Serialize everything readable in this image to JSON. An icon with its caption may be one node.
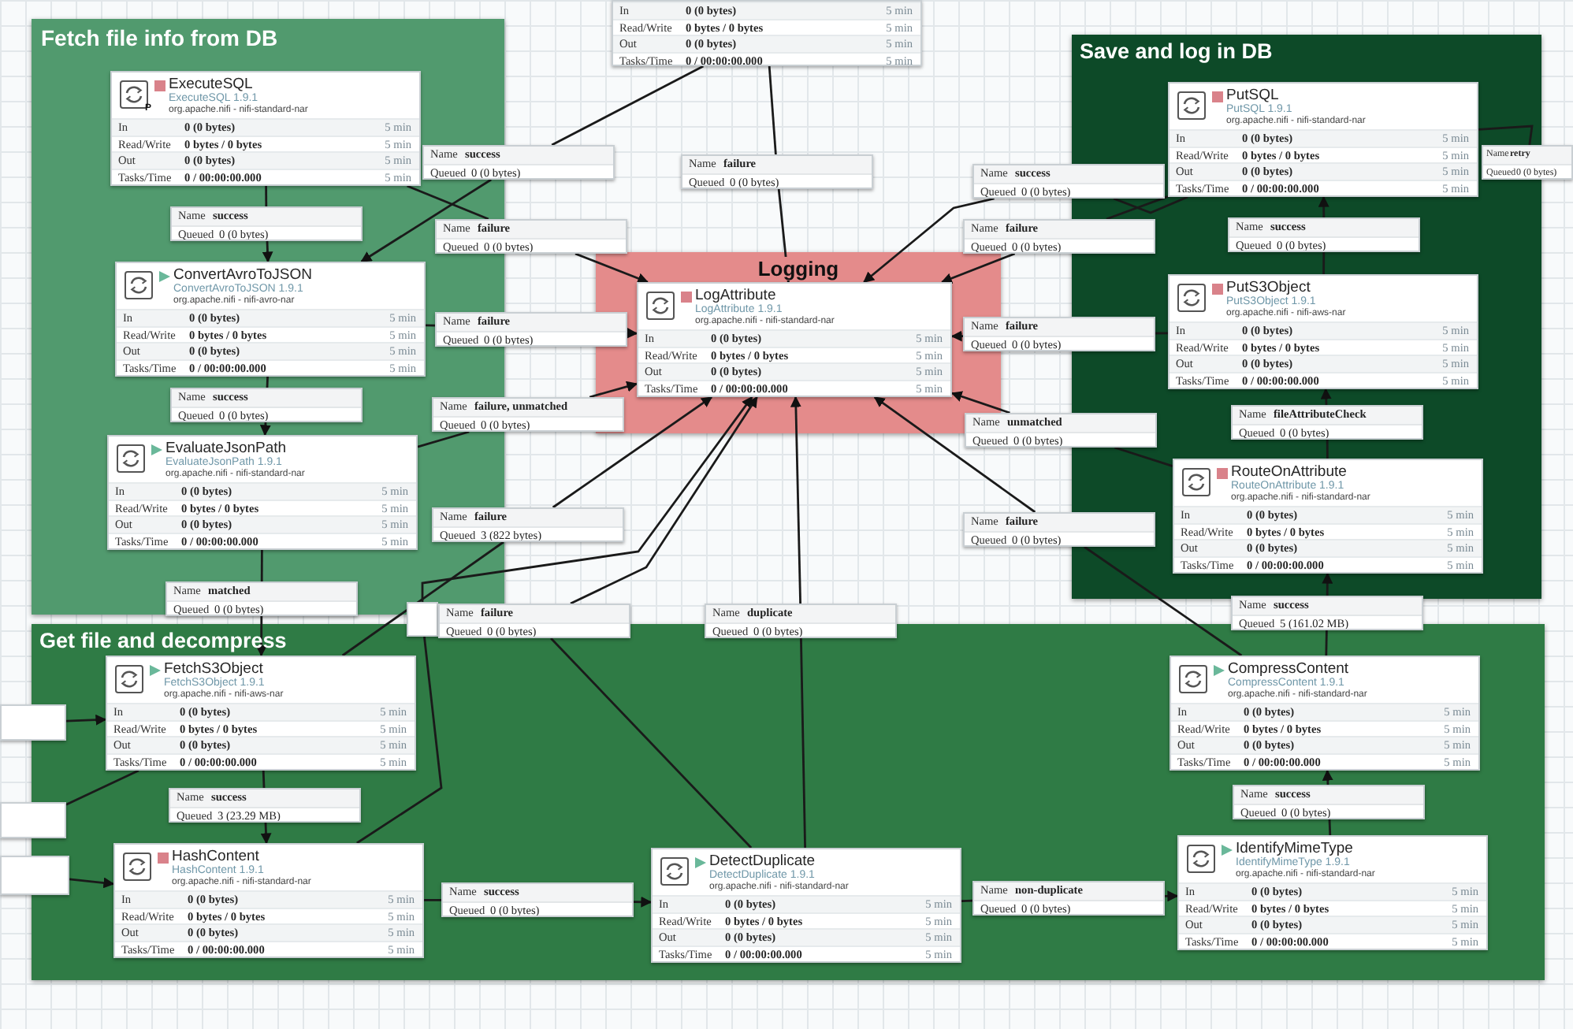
{
  "diagram": {
    "nodes": [
      {
        "text": [
          "Fetch file info from DB"
        ]
      },
      {
        "in": 0,
        "text": [
          "P",
          "ExecuteSQL",
          "ExecuteSQL 1.9.1",
          "org.apache.nifi - nifi-standard-nar",
          "In",
          "0 (0 bytes)",
          "5 min",
          "Read/Write",
          "0 bytes / 0 bytes",
          "5 min",
          "Out",
          "0 (0 bytes)",
          "5 min",
          "Tasks/Time",
          "0 / 00:00:00.000",
          "5 min"
        ]
      },
      {
        "in": 0,
        "text": [
          "Name",
          "success",
          "Queued",
          "0 (0 bytes)"
        ]
      },
      {
        "in": 0,
        "text": [
          "ConvertAvroToJSON",
          "ConvertAvroToJSON 1.9.1",
          "org.apache.nifi - nifi-avro-nar",
          "In",
          "0 (0 bytes)",
          "5 min",
          "Read/Write",
          "0 bytes / 0 bytes",
          "5 min",
          "Out",
          "0 (0 bytes)",
          "5 min",
          "Tasks/Time",
          "0 / 00:00:00.000",
          "5 min"
        ]
      },
      {
        "in": 0,
        "text": [
          "Name",
          "success",
          "Queued",
          "0 (0 bytes)"
        ]
      },
      {
        "in": 0,
        "text": [
          "EvaluateJsonPath",
          "EvaluateJsonPath 1.9.1",
          "org.apache.nifi - nifi-standard-nar",
          "In",
          "0 (0 bytes)",
          "5 min",
          "Read/Write",
          "0 bytes / 0 bytes",
          "5 min",
          "Out",
          "0 (0 bytes)",
          "5 min",
          "Tasks/Time",
          "0 / 00:00:00.000",
          "5 min"
        ]
      },
      {
        "text": [
          "In",
          "0 (0 bytes)",
          "5 min",
          "Read/Write",
          "0 bytes / 0 bytes",
          "5 min",
          "Out",
          "0 (0 bytes)",
          "5 min",
          "Tasks/Time",
          "0 / 00:00:00.000",
          "5 min"
        ]
      },
      {
        "text": [
          "Name",
          "success",
          "Queued",
          "0 (0 bytes)"
        ]
      },
      {
        "text": [
          "Name",
          "failure",
          "Queued",
          "0 (0 bytes)"
        ]
      },
      {
        "text": [
          "Name",
          "failure",
          "Queued",
          "0 (0 bytes)"
        ]
      },
      {
        "text": [
          "Name",
          "failure",
          "Queued",
          "0 (0 bytes)"
        ]
      },
      {
        "text": [
          "Name",
          "failure, unmatched",
          "Queued",
          "0 (0 bytes)"
        ]
      },
      {
        "text": [
          "Name",
          "failure",
          "Queued",
          "3 (822 bytes)"
        ]
      },
      {
        "in": 0,
        "text": [
          "Name",
          "matched",
          "Queued",
          "0 (0 bytes)"
        ]
      },
      {
        "text": [
          "Logging"
        ]
      },
      {
        "in": 14,
        "text": [
          "LogAttribute",
          "LogAttribute 1.9.1",
          "org.apache.nifi - nifi-standard-nar",
          "In",
          "0 (0 bytes)",
          "5 min",
          "Read/Write",
          "0 bytes / 0 bytes",
          "5 min",
          "Out",
          "0 (0 bytes)",
          "5 min",
          "Tasks/Time",
          "0 / 00:00:00.000",
          "5 min"
        ]
      },
      {
        "text": [
          "Save and log in DB"
        ]
      },
      {
        "in": 16,
        "text": [
          "PutSQL",
          "PutSQL 1.9.1",
          "org.apache.nifi - nifi-standard-nar",
          "In",
          "0 (0 bytes)",
          "5 min",
          "Read/Write",
          "0 bytes / 0 bytes",
          "5 min",
          "Out",
          "0 (0 bytes)",
          "5 min",
          "Tasks/Time",
          "0 / 00:00:00.000",
          "5 min"
        ]
      },
      {
        "text": [
          "Name",
          "retry",
          "Queued",
          "0 (0 bytes)"
        ]
      },
      {
        "text": [
          "Name",
          "success",
          "Queued",
          "0 (0 bytes)"
        ]
      },
      {
        "text": [
          "Name",
          "failure",
          "Queued",
          "0 (0 bytes)"
        ]
      },
      {
        "in": 16,
        "text": [
          "Name",
          "success",
          "Queued",
          "0 (0 bytes)"
        ]
      },
      {
        "in": 16,
        "text": [
          "PutS3Object",
          "PutS3Object 1.9.1",
          "org.apache.nifi - nifi-aws-nar",
          "In",
          "0 (0 bytes)",
          "5 min",
          "Read/Write",
          "0 bytes / 0 bytes",
          "5 min",
          "Out",
          "0 (0 bytes)",
          "5 min",
          "Tasks/Time",
          "0 / 00:00:00.000",
          "5 min"
        ]
      },
      {
        "text": [
          "Name",
          "failure",
          "Queued",
          "0 (0 bytes)"
        ]
      },
      {
        "in": 16,
        "text": [
          "Name",
          "fileAttributeCheck",
          "Queued",
          "0 (0 bytes)"
        ]
      },
      {
        "text": [
          "Name",
          "unmatched",
          "Queued",
          "0 (0 bytes)"
        ]
      },
      {
        "in": 16,
        "text": [
          "RouteOnAttribute",
          "RouteOnAttribute 1.9.1",
          "org.apache.nifi - nifi-standard-nar",
          "In",
          "0 (0 bytes)",
          "5 min",
          "Read/Write",
          "0 bytes / 0 bytes",
          "5 min",
          "Out",
          "0 (0 bytes)",
          "5 min",
          "Tasks/Time",
          "0 / 00:00:00.000",
          "5 min"
        ]
      },
      {
        "text": [
          "Name",
          "failure",
          "Queued",
          "0 (0 bytes)"
        ]
      },
      {
        "text": [
          "Name",
          "success",
          "Queued",
          "5 (161.02 MB)"
        ]
      },
      {
        "text": [],
        "shape": "box"
      },
      {
        "text": [
          "Name",
          "failure",
          "Queued",
          "0 (0 bytes)"
        ]
      },
      {
        "text": [
          "Name",
          "duplicate",
          "Queued",
          "0 (0 bytes)"
        ]
      },
      {
        "text": [
          "Get file and decompress"
        ]
      },
      {
        "text": [],
        "shape": "box"
      },
      {
        "in": 32,
        "text": [
          "FetchS3Object",
          "FetchS3Object 1.9.1",
          "org.apache.nifi - nifi-aws-nar",
          "In",
          "0 (0 bytes)",
          "5 min",
          "Read/Write",
          "0 bytes / 0 bytes",
          "5 min",
          "Out",
          "0 (0 bytes)",
          "5 min",
          "Tasks/Time",
          "0 / 00:00:00.000",
          "5 min"
        ]
      },
      {
        "in": 32,
        "text": [
          "CompressContent",
          "CompressContent 1.9.1",
          "org.apache.nifi - nifi-standard-nar",
          "In",
          "0 (0 bytes)",
          "5 min",
          "Read/Write",
          "0 bytes / 0 bytes",
          "5 min",
          "Out",
          "0 (0 bytes)",
          "5 min",
          "Tasks/Time",
          "0 / 00:00:00.000",
          "5 min"
        ]
      },
      {
        "in": 32,
        "text": [
          "Name",
          "success",
          "Queued",
          "3 (23.29 MB)"
        ]
      },
      {
        "text": [],
        "shape": "box"
      },
      {
        "in": 32,
        "text": [
          "Name",
          "success",
          "Queued",
          "0 (0 bytes)"
        ]
      },
      {
        "text": [],
        "shape": "box"
      },
      {
        "in": 32,
        "text": [
          "HashContent",
          "HashContent 1.9.1",
          "org.apache.nifi - nifi-standard-nar",
          "In",
          "0 (0 bytes)",
          "5 min",
          "Read/Write",
          "0 bytes / 0 bytes",
          "5 min",
          "Out",
          "0 (0 bytes)",
          "5 min",
          "Tasks/Time",
          "0 / 00:00:00.000",
          "5 min"
        ]
      },
      {
        "in": 32,
        "text": [
          "DetectDuplicate",
          "DetectDuplicate 1.9.1",
          "org.apache.nifi - nifi-standard-nar",
          "In",
          "0 (0 bytes)",
          "5 min",
          "Read/Write",
          "0 bytes / 0 bytes",
          "5 min",
          "Out",
          "0 (0 bytes)",
          "5 min",
          "Tasks/Time",
          "0 / 00:00:00.000",
          "5 min"
        ]
      },
      {
        "in": 32,
        "text": [
          "Name",
          "success",
          "Queued",
          "0 (0 bytes)"
        ]
      },
      {
        "in": 32,
        "text": [
          "Name",
          "non-duplicate",
          "Queued",
          "0 (0 bytes)"
        ]
      },
      {
        "in": 32,
        "text": [
          "IdentifyMimeType",
          "IdentifyMimeType 1.9.1",
          "org.apache.nifi - nifi-standard-nar",
          "In",
          "0 (0 bytes)",
          "5 min",
          "Read/Write",
          "0 bytes / 0 bytes",
          "5 min",
          "Out",
          "0 (0 bytes)",
          "5 min",
          "Tasks/Time",
          "0 / 00:00:00.000",
          "5 min"
        ]
      }
    ],
    "edges": [
      {
        "from": 1,
        "to": 2,
        "arrow": "none"
      },
      {
        "from": 2,
        "to": 3,
        "arrow": "to"
      },
      {
        "from": 3,
        "to": 4,
        "arrow": "none"
      },
      {
        "from": 4,
        "to": 5,
        "arrow": "to"
      },
      {
        "from": 6,
        "to": 7,
        "arrow": "none"
      },
      {
        "from": 7,
        "to": 3,
        "arrow": "to"
      },
      {
        "from": 6,
        "to": 8,
        "arrow": "none"
      },
      {
        "from": 8,
        "to": 15,
        "arrow": "to"
      },
      {
        "from": 1,
        "to": 9,
        "arrow": "none"
      },
      {
        "from": 9,
        "to": 15,
        "arrow": "to"
      },
      {
        "from": 3,
        "to": 10,
        "arrow": "none"
      },
      {
        "from": 10,
        "to": 15,
        "arrow": "to"
      },
      {
        "from": 5,
        "to": 11,
        "arrow": "none"
      },
      {
        "from": 11,
        "to": 15,
        "arrow": "to"
      },
      {
        "from": 34,
        "to": 12,
        "arrow": "none"
      },
      {
        "from": 12,
        "to": 15,
        "arrow": "to"
      },
      {
        "from": 5,
        "to": 13,
        "arrow": "none"
      },
      {
        "from": 13,
        "to": 34,
        "arrow": "to"
      },
      {
        "from": 17,
        "to": 18,
        "arrow": "none"
      },
      {
        "from": 17,
        "to": 19,
        "arrow": "none"
      },
      {
        "from": 19,
        "to": 15,
        "arrow": "to"
      },
      {
        "from": 17,
        "to": 20,
        "arrow": "none"
      },
      {
        "from": 20,
        "to": 15,
        "arrow": "to"
      },
      {
        "from": 22,
        "to": 21,
        "arrow": "none"
      },
      {
        "from": 21,
        "to": 17,
        "arrow": "to"
      },
      {
        "from": 22,
        "to": 23,
        "arrow": "none"
      },
      {
        "from": 23,
        "to": 15,
        "arrow": "to"
      },
      {
        "from": 26,
        "to": 24,
        "arrow": "none"
      },
      {
        "from": 24,
        "to": 22,
        "arrow": "to"
      },
      {
        "from": 26,
        "to": 25,
        "arrow": "none"
      },
      {
        "from": 25,
        "to": 15,
        "arrow": "to"
      },
      {
        "from": 35,
        "to": 27,
        "arrow": "none"
      },
      {
        "from": 27,
        "to": 15,
        "arrow": "to"
      },
      {
        "from": 35,
        "to": 28,
        "arrow": "none"
      },
      {
        "from": 28,
        "to": 26,
        "arrow": "to"
      },
      {
        "from": 40,
        "to": 29,
        "arrow": "none"
      },
      {
        "from": 29,
        "to": 15,
        "arrow": "to"
      },
      {
        "from": 41,
        "to": 30,
        "arrow": "none"
      },
      {
        "from": 30,
        "to": 15,
        "arrow": "to"
      },
      {
        "from": 41,
        "to": 31,
        "arrow": "none"
      },
      {
        "from": 31,
        "to": 15,
        "arrow": "to"
      },
      {
        "from": 33,
        "to": 34,
        "arrow": "to"
      },
      {
        "from": 34,
        "to": 37,
        "arrow": "none"
      },
      {
        "from": 39,
        "to": 40,
        "arrow": "to"
      },
      {
        "from": 34,
        "to": 36,
        "arrow": "none"
      },
      {
        "from": 36,
        "to": 40,
        "arrow": "to"
      },
      {
        "from": 44,
        "to": 38,
        "arrow": "none"
      },
      {
        "from": 38,
        "to": 35,
        "arrow": "to"
      },
      {
        "from": 40,
        "to": 42,
        "arrow": "none"
      },
      {
        "from": 42,
        "to": 41,
        "arrow": "to"
      },
      {
        "from": 41,
        "to": 43,
        "arrow": "none"
      },
      {
        "from": 43,
        "to": 44,
        "arrow": "to"
      }
    ]
  }
}
